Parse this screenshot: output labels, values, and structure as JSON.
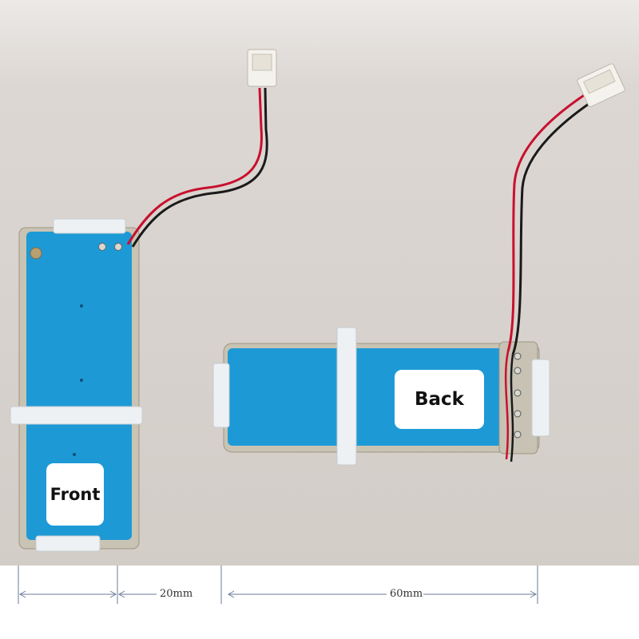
{
  "photo": {
    "subjects": [
      "pcb-front",
      "pcb-back"
    ],
    "colors": {
      "background": "#d9d4d0",
      "board": "#1d9ad6",
      "strap": "#eef1f3",
      "wire_red": "#c8102e",
      "wire_black": "#1a1a1a"
    }
  },
  "labels": {
    "front": "Front",
    "back": "Back"
  },
  "dimensions": {
    "width": "20mm",
    "length": "60mm"
  }
}
